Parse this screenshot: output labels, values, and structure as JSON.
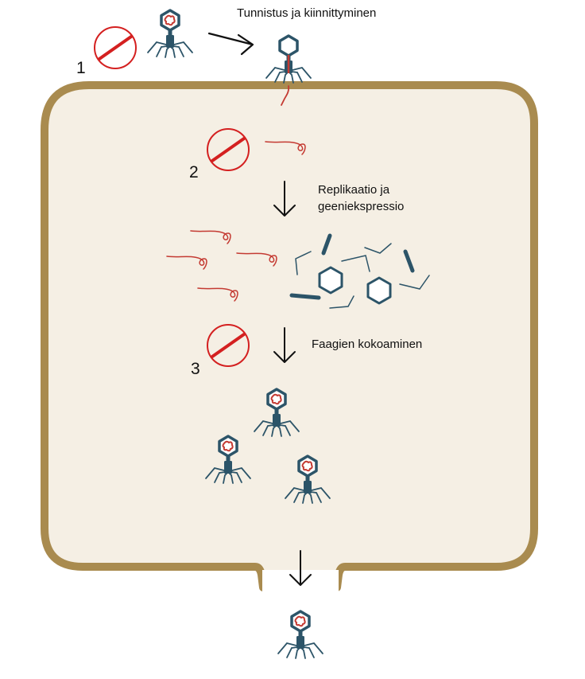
{
  "labels": {
    "attach": "Tunnistus ja kiinnittyminen",
    "replication_line1": "Replikaatio ja",
    "replication_line2": "geeniekspressio",
    "assembly": "Faagien kokoaminen"
  },
  "steps": [
    "1",
    "2",
    "3"
  ],
  "colors": {
    "cell_wall": "#a98b4f",
    "cytoplasm": "#f5efe4",
    "phage": "#2c5468",
    "dna": "#c43a32",
    "prohibition": "#d42020",
    "arrow": "#111111"
  },
  "icons": {
    "phage": "bacteriophage-icon",
    "prohibition": "prohibition-icon",
    "dna": "dna-strand-icon",
    "arrow": "arrow-icon"
  }
}
